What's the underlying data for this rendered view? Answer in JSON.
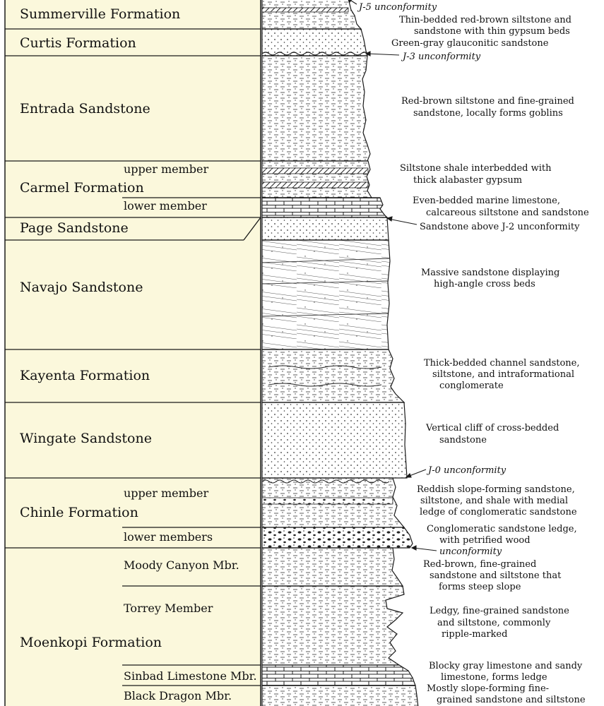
{
  "formations": [
    {
      "id": "summerville",
      "name": "Summerville Formation"
    },
    {
      "id": "curtis",
      "name": "Curtis Formation"
    },
    {
      "id": "entrada",
      "name": "Entrada Sandstone"
    },
    {
      "id": "carmel",
      "name": "Carmel Formation",
      "members": [
        "upper member",
        "lower member"
      ]
    },
    {
      "id": "page",
      "name": "Page Sandstone"
    },
    {
      "id": "navajo",
      "name": "Navajo Sandstone"
    },
    {
      "id": "kayenta",
      "name": "Kayenta Formation"
    },
    {
      "id": "wingate",
      "name": "Wingate Sandstone"
    },
    {
      "id": "chinle",
      "name": "Chinle Formation",
      "members": [
        "upper member",
        "lower members"
      ]
    },
    {
      "id": "moenkopi",
      "name": "Moenkopi Formation",
      "members": [
        "Moody Canyon Mbr.",
        "Torrey Member",
        "Sinbad Limestone Mbr.",
        "Black Dragon Mbr."
      ]
    }
  ],
  "unconformities": {
    "j5": "J-5 unconformity",
    "j3": "J-3 unconformity",
    "j0": "J-0 unconformity",
    "base_chinle": "unconformity"
  },
  "descriptions": {
    "summerville": [
      "Thin-bedded red-brown siltstone and",
      "sandstone with thin gypsum beds"
    ],
    "curtis": [
      "Green-gray glauconitic sandstone"
    ],
    "entrada": [
      "Red-brown siltstone and fine-grained",
      "sandstone, locally forms goblins"
    ],
    "carmel_upper": [
      "Siltstone shale interbedded with",
      "thick alabaster gypsum"
    ],
    "carmel_lower": [
      "Even-bedded marine limestone,",
      "calcareous siltstone and sandstone"
    ],
    "page": [
      "Sandstone above J-2 unconformity"
    ],
    "navajo": [
      "Massive sandstone displaying",
      "high-angle cross beds"
    ],
    "kayenta": [
      "Thick-bedded channel sandstone,",
      "siltstone, and intraformational",
      "conglomerate"
    ],
    "wingate": [
      "Vertical cliff of cross-bedded",
      "sandstone"
    ],
    "chinle_upper": [
      "Reddish slope-forming sandstone,",
      "siltstone, and shale with medial",
      "ledge of conglomeratic sandstone"
    ],
    "chinle_lower": [
      "Conglomeratic sandstone ledge,",
      "with petrified wood"
    ],
    "moody": [
      "Red-brown, fine-grained",
      "sandstone and siltstone that",
      "forms steep slope"
    ],
    "torrey": [
      "Ledgy, fine-grained sandstone",
      "and siltstone, commonly",
      "ripple-marked"
    ],
    "sinbad": [
      "Blocky gray limestone and sandy",
      "limestone, forms ledge"
    ],
    "black_dragon": [
      "Mostly slope-forming fine-",
      "grained sandstone and siltstone"
    ]
  },
  "colors": {
    "label_fill": "#fbf8dc",
    "line": "#1a1a1a",
    "column_fill": "#ffffff"
  }
}
